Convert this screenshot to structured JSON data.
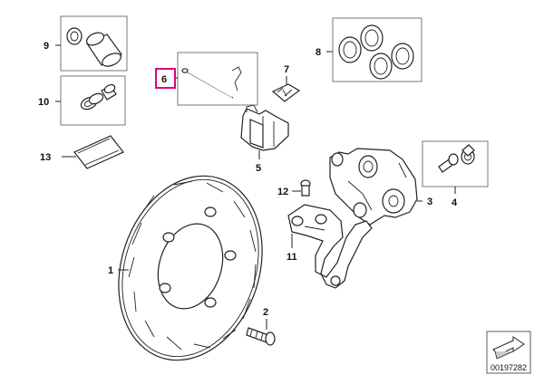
{
  "diagram": {
    "doc_number": "00197282",
    "highlight_color": "#e0007a",
    "callouts": [
      {
        "label": "9",
        "highlighted": false
      },
      {
        "label": "10",
        "highlighted": false
      },
      {
        "label": "13",
        "highlighted": false
      },
      {
        "label": "6",
        "highlighted": true
      },
      {
        "label": "7",
        "highlighted": false
      },
      {
        "label": "5",
        "highlighted": false
      },
      {
        "label": "8",
        "highlighted": false
      },
      {
        "label": "12",
        "highlighted": false
      },
      {
        "label": "3",
        "highlighted": false
      },
      {
        "label": "4",
        "highlighted": false
      },
      {
        "label": "11",
        "highlighted": false
      },
      {
        "label": "1",
        "highlighted": false
      },
      {
        "label": "2",
        "highlighted": false
      }
    ]
  }
}
